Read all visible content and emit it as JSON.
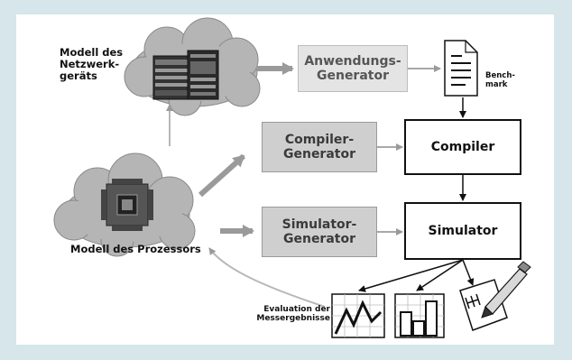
{
  "labels": {
    "network_model": [
      "Modell des",
      "Netzwerk-",
      "geräts"
    ],
    "processor_model": "Modell des Prozessors",
    "benchmark": [
      "Bench-",
      "mark"
    ],
    "evaluation": [
      "Evaluation der",
      "Messergebnisse"
    ]
  },
  "boxes": {
    "app_generator": [
      "Anwendungs-",
      "Generator"
    ],
    "compiler_generator": [
      "Compiler-",
      "Generator"
    ],
    "compiler": "Compiler",
    "simulator_generator": [
      "Simulator-",
      "Generator"
    ],
    "simulator": "Simulator"
  },
  "colors": {
    "background": "#d6e6ea",
    "cloud": "#b5b5b5",
    "generator_box": "#cfcfcf",
    "arrow_thick": "#9a9a9a",
    "arrow_thin": "#a8a8a8",
    "tool_border": "#111111"
  },
  "icons": [
    "cloud-icon",
    "network-device-icon",
    "processor-chip-icon",
    "document-icon",
    "line-chart-icon",
    "bar-chart-icon",
    "notepad-icon",
    "pencil-icon"
  ]
}
